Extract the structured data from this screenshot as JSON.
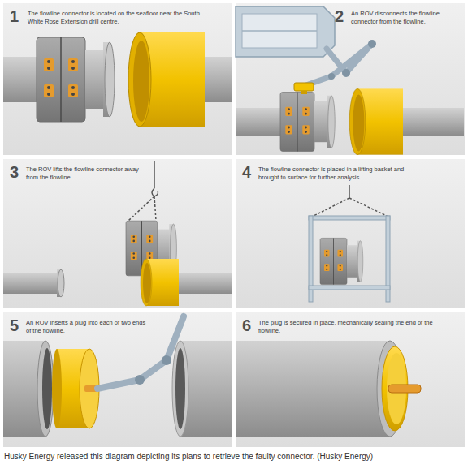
{
  "diagram": {
    "caption": "Husky Energy released this diagram depicting its plans to retrieve the faulty connector. (Husky Energy)",
    "nodes": [
      {
        "text": [
          "1",
          "The flowline connector is located on the seafloor near the South White Rose Extension drill centre."
        ]
      },
      {
        "text": [
          "2",
          "An ROV disconnects the flowline connector from the flowline."
        ]
      },
      {
        "text": [
          "3",
          "The ROV lifts the flowline connector away from the flowline."
        ]
      },
      {
        "text": [
          "4",
          "The flowline connector is placed in a lifting basket and brought to surface for further analysis."
        ]
      },
      {
        "text": [
          "5",
          "An ROV inserts a plug into each of two ends of the flowline."
        ]
      },
      {
        "text": [
          "6",
          "The plug is secured in place, mechanically sealing the end of the flowline."
        ]
      }
    ]
  }
}
